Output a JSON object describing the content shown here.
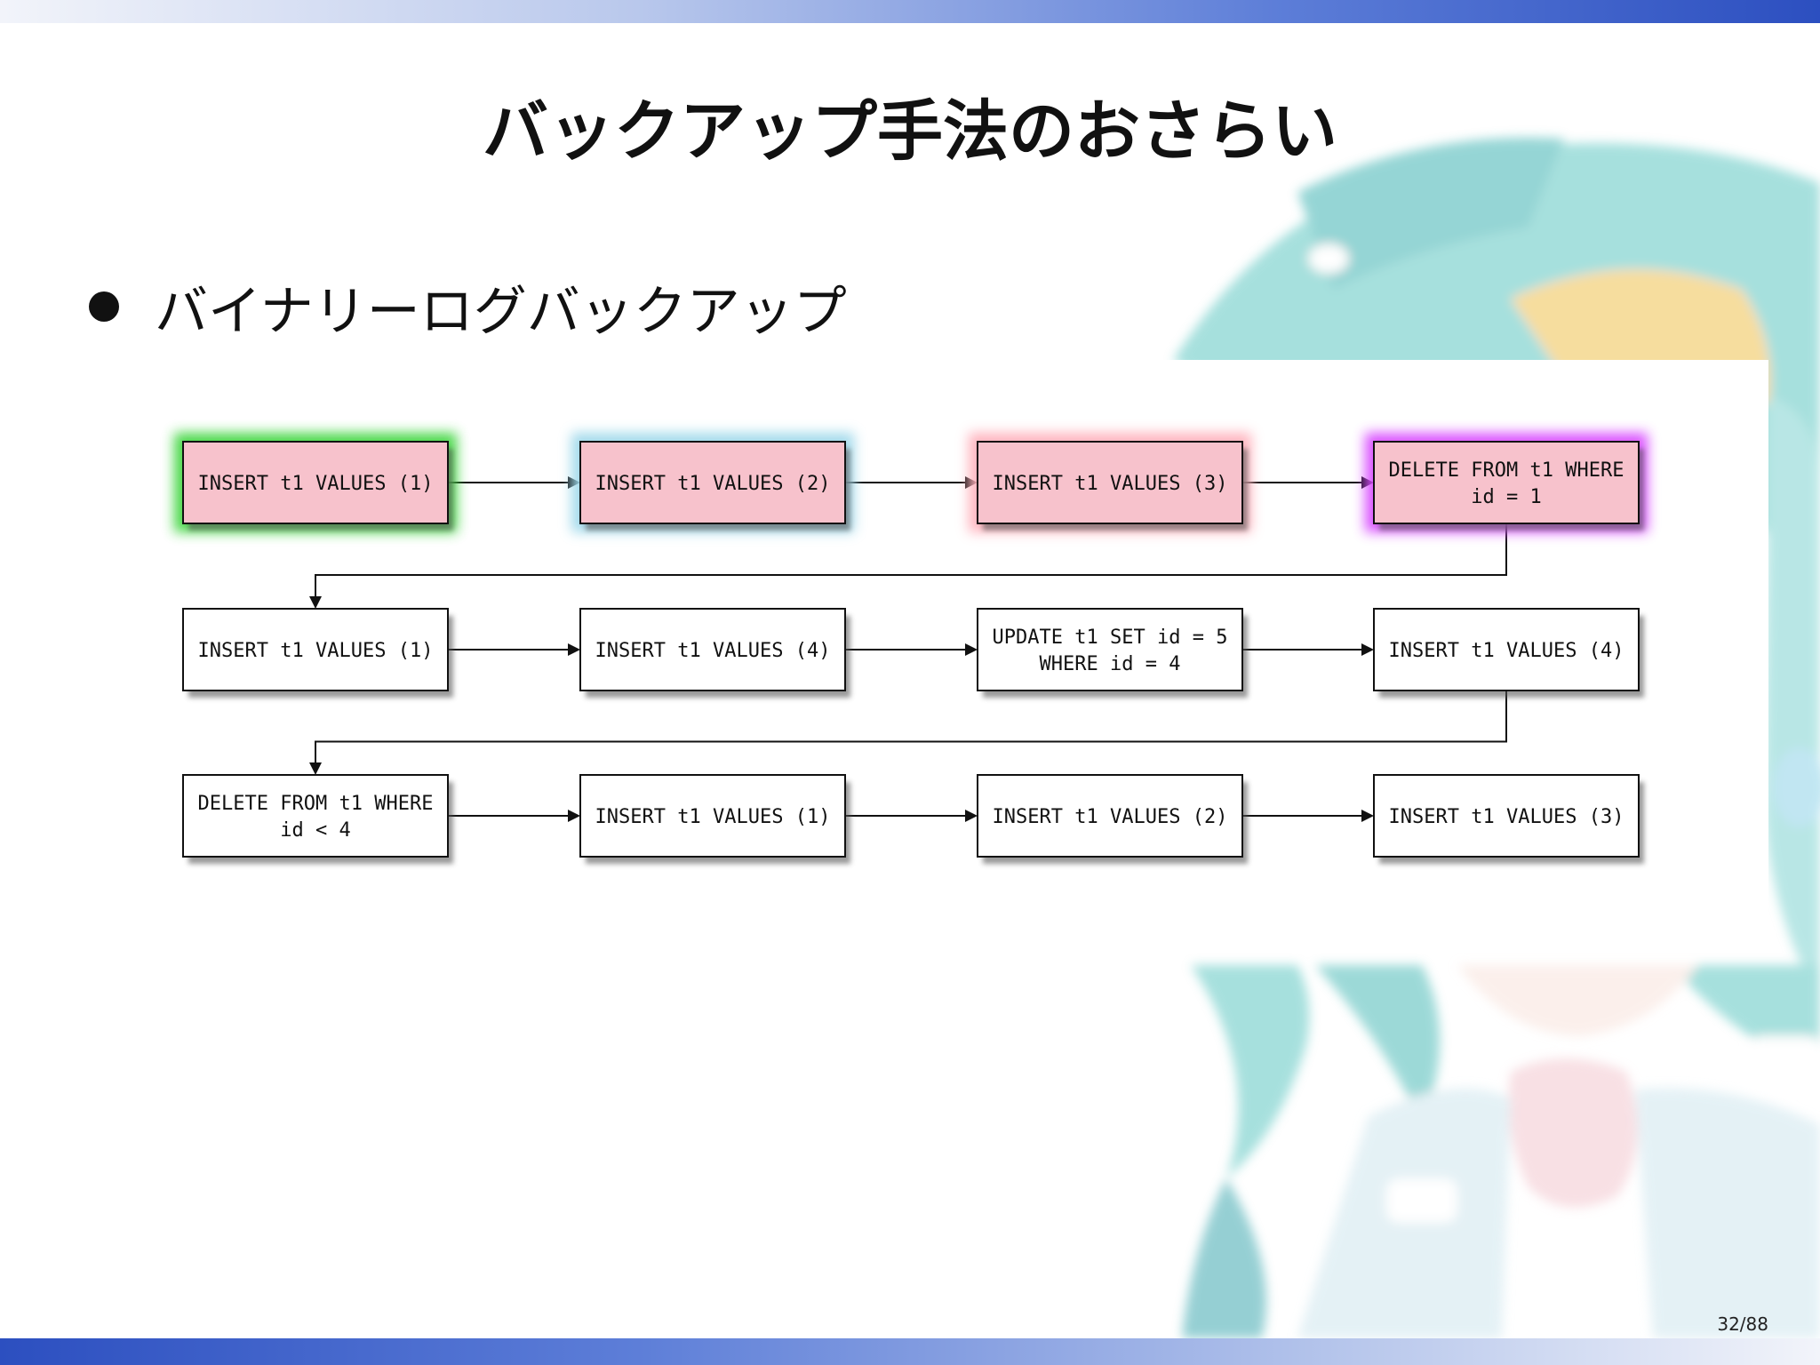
{
  "slide": {
    "title": "バックアップ手法のおさらい",
    "bullet": "バイナリーログバックアップ",
    "page_number": "32/88"
  },
  "colors": {
    "accent_blue": "#2c4fc0",
    "node_pink": "#f7c2cc",
    "glow_green": "#3fd63f",
    "glow_cyan": "#9fd8ea",
    "glow_pink": "#ffb0bb",
    "glow_magenta": "#d84cff"
  },
  "diagram": {
    "rows": [
      [
        {
          "lines": [
            "INSERT t1 VALUES (1)"
          ],
          "fill": "pink",
          "glow": "green"
        },
        {
          "lines": [
            "INSERT t1 VALUES (2)"
          ],
          "fill": "pink",
          "glow": "cyan"
        },
        {
          "lines": [
            "INSERT t1 VALUES (3)"
          ],
          "fill": "pink",
          "glow": "pink"
        },
        {
          "lines": [
            "DELETE FROM t1 WHERE",
            "id = 1"
          ],
          "fill": "pink",
          "glow": "magenta"
        }
      ],
      [
        {
          "lines": [
            "INSERT t1 VALUES (1)"
          ],
          "fill": "white",
          "glow": "none"
        },
        {
          "lines": [
            "INSERT t1 VALUES (4)"
          ],
          "fill": "white",
          "glow": "none"
        },
        {
          "lines": [
            "UPDATE t1 SET id = 5",
            "WHERE id = 4"
          ],
          "fill": "white",
          "glow": "none"
        },
        {
          "lines": [
            "INSERT t1 VALUES (4)"
          ],
          "fill": "white",
          "glow": "none"
        }
      ],
      [
        {
          "lines": [
            "DELETE FROM t1 WHERE",
            "id < 4"
          ],
          "fill": "white",
          "glow": "none"
        },
        {
          "lines": [
            "INSERT t1 VALUES (1)"
          ],
          "fill": "white",
          "glow": "none"
        },
        {
          "lines": [
            "INSERT t1 VALUES (2)"
          ],
          "fill": "white",
          "glow": "none"
        },
        {
          "lines": [
            "INSERT t1 VALUES (3)"
          ],
          "fill": "white",
          "glow": "none"
        }
      ]
    ]
  }
}
